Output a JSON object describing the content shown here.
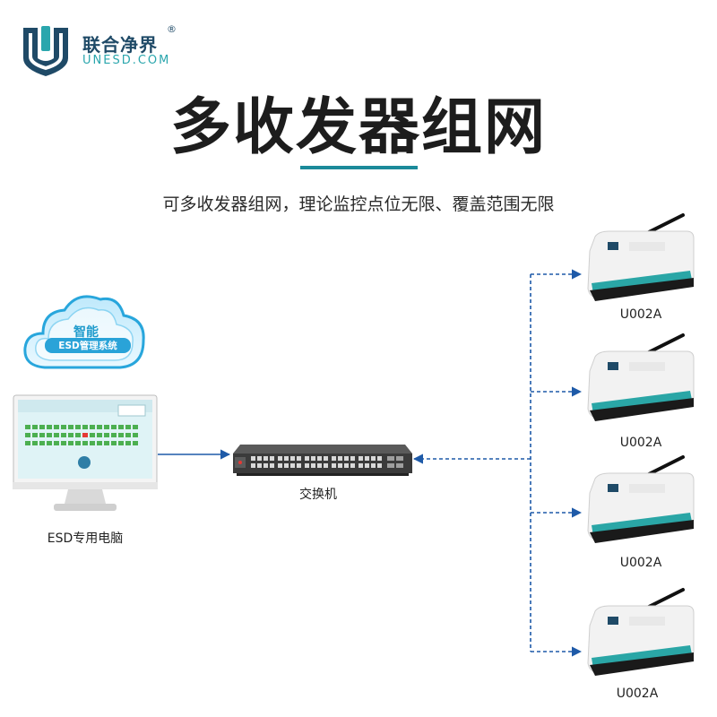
{
  "brand": {
    "name_cn": "联合净界",
    "registered_mark": "®",
    "name_en": "UNESD.COM",
    "logo_icon": "shield-logo-icon",
    "colors": {
      "primary": "#1f4a67",
      "accent": "#2aa6ad"
    }
  },
  "header": {
    "title": "多收发器组网",
    "subtitle": "可多收发器组网，理论监控点位无限、覆盖范围无限",
    "underline_color": "#1b8a9a"
  },
  "cloud": {
    "line1": "智能",
    "line2": "ESD管理系统",
    "color": "#2aa3d8"
  },
  "computer": {
    "label": "ESD专用电脑",
    "icon": "desktop-monitor-icon"
  },
  "switch": {
    "label": "交换机",
    "icon": "network-switch-icon"
  },
  "devices": [
    {
      "label": "U002A",
      "icon": "wireless-transceiver-icon"
    },
    {
      "label": "U002A",
      "icon": "wireless-transceiver-icon"
    },
    {
      "label": "U002A",
      "icon": "wireless-transceiver-icon"
    },
    {
      "label": "U002A",
      "icon": "wireless-transceiver-icon"
    }
  ],
  "connector_color": "#1e5aa8"
}
